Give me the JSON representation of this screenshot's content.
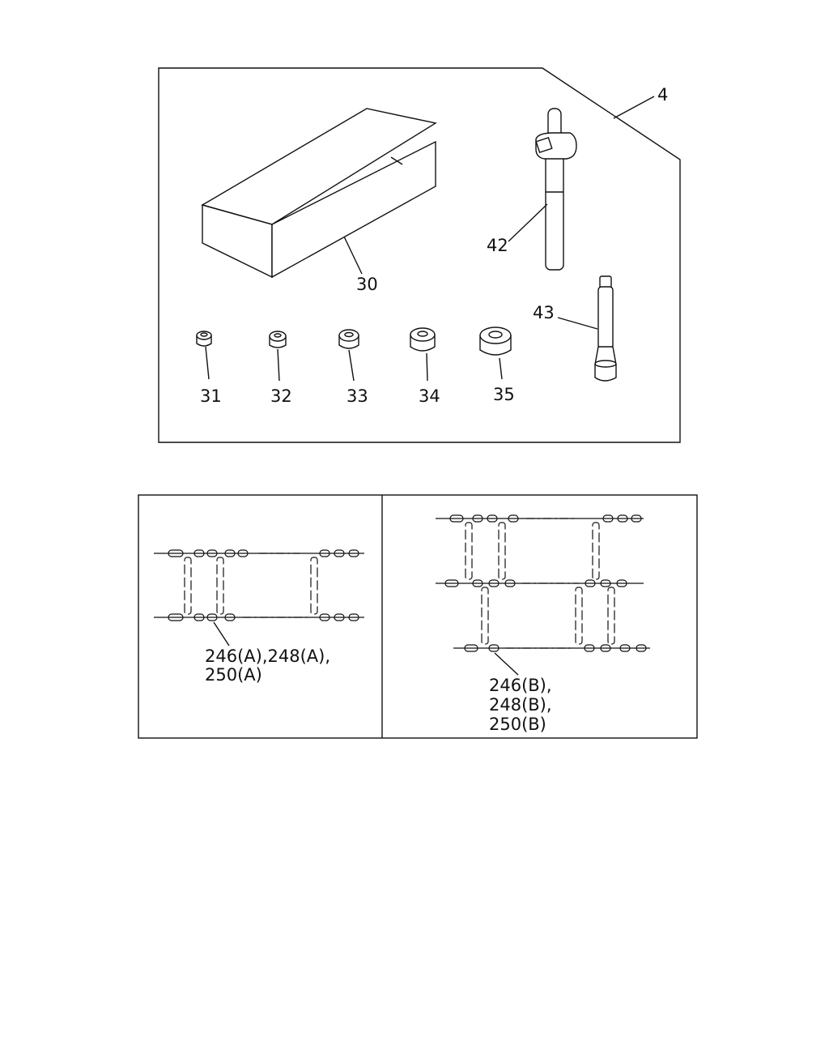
{
  "callouts": {
    "kit": "4",
    "toolbox": "30",
    "socket_31": "31",
    "socket_32": "32",
    "socket_33": "33",
    "socket_34": "34",
    "socket_35": "35",
    "handle": "42",
    "extension": "43"
  },
  "chain_a": {
    "line1": "246(A),248(A),",
    "line2": "250(A)"
  },
  "chain_b": {
    "line1": "246(B),",
    "line2": "248(B),",
    "line3": "250(B)"
  },
  "colors": {
    "ink": "#111111",
    "background": "#ffffff"
  }
}
